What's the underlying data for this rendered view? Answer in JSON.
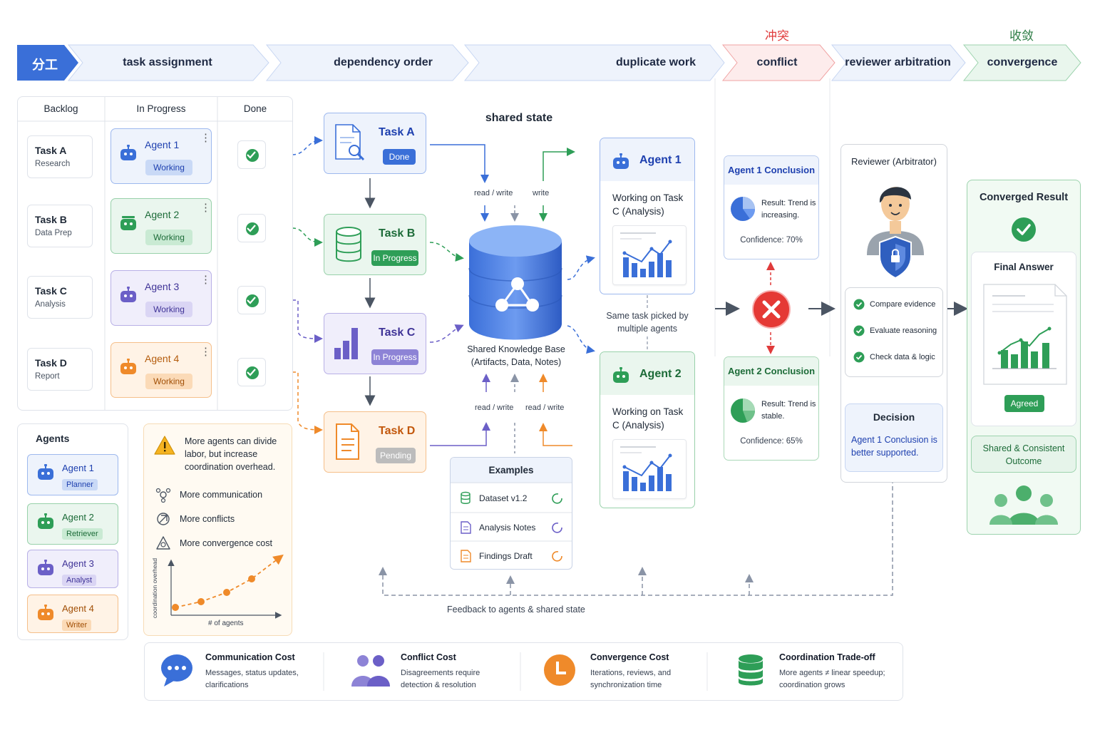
{
  "banner": {
    "top_conflict": "冲突",
    "top_convergence": "收敛",
    "division": "分工",
    "stages": [
      "task assignment",
      "dependency order",
      "duplicate work",
      "conflict",
      "reviewer arbitration",
      "convergence"
    ]
  },
  "kanban": {
    "columns": [
      "Backlog",
      "In Progress",
      "Done"
    ],
    "tasks": [
      {
        "title": "Task A",
        "sub": "Research"
      },
      {
        "title": "Task B",
        "sub": "Data Prep"
      },
      {
        "title": "Task C",
        "sub": "Analysis"
      },
      {
        "title": "Task D",
        "sub": "Report"
      }
    ],
    "agents": [
      {
        "name": "Agent 1",
        "status": "Working",
        "color": "#3a6fd8"
      },
      {
        "name": "Agent 2",
        "status": "Working",
        "color": "#2e9e57"
      },
      {
        "name": "Agent 3",
        "status": "Working",
        "color": "#6b5fc7"
      },
      {
        "name": "Agent 4",
        "status": "Working",
        "color": "#ef8a2a"
      }
    ]
  },
  "agents_panel": {
    "title": "Agents",
    "items": [
      {
        "name": "Agent 1",
        "role": "Planner"
      },
      {
        "name": "Agent 2",
        "role": "Retriever"
      },
      {
        "name": "Agent 3",
        "role": "Analyst"
      },
      {
        "name": "Agent 4",
        "role": "Writer"
      }
    ]
  },
  "overhead": {
    "warning": "More agents can divide labor, but increase coordination overhead.",
    "items": [
      "More communication",
      "More conflicts",
      "More convergence cost"
    ],
    "xlabel": "# of agents",
    "ylabel": "coordination overhead"
  },
  "tasks_flow": [
    {
      "title": "Task A",
      "badge": "Done"
    },
    {
      "title": "Task B",
      "badge": "In Progress"
    },
    {
      "title": "Task C",
      "badge": "In Progress"
    },
    {
      "title": "Task D",
      "badge": "Pending"
    }
  ],
  "shared": {
    "title": "shared state",
    "db_label": "Shared Knowledge Base (Artifacts, Data, Notes)",
    "read_write": "read / write",
    "write": "write"
  },
  "examples": {
    "title": "Examples",
    "items": [
      "Dataset v1.2",
      "Analysis Notes",
      "Findings Draft"
    ]
  },
  "working": [
    {
      "name": "Agent 1",
      "text": "Working on Task C (Analysis)"
    },
    {
      "name": "Agent 2",
      "text": "Working on Task C (Analysis)"
    }
  ],
  "dup_note": "Same task picked by multiple agents",
  "conclusions": [
    {
      "title": "Agent 1 Conclusion",
      "result": "Result: Trend is increasing.",
      "confidence": "Confidence: 70%"
    },
    {
      "title": "Agent 2 Conclusion",
      "result": "Result: Trend is stable.",
      "confidence": "Confidence: 65%"
    }
  ],
  "reviewer": {
    "title": "Reviewer (Arbitrator)",
    "checks": [
      "Compare evidence",
      "Evaluate reasoning",
      "Check data & logic"
    ],
    "decision_title": "Decision",
    "decision_text": "Agent 1 Conclusion is better supported."
  },
  "converged": {
    "title": "Converged Result",
    "final": "Final Answer",
    "agreed": "Agreed",
    "outcome": "Shared & Consistent Outcome"
  },
  "feedback": "Feedback to agents & shared state",
  "costs": [
    {
      "title": "Communication Cost",
      "desc": "Messages, status updates, clarifications"
    },
    {
      "title": "Conflict Cost",
      "desc": "Disagreements require detection & resolution"
    },
    {
      "title": "Convergence Cost",
      "desc": "Iterations, reviews, and synchronization time"
    },
    {
      "title": "Coordination Trade-off",
      "desc": "More agents ≠ linear speedup; coordination grows"
    }
  ]
}
